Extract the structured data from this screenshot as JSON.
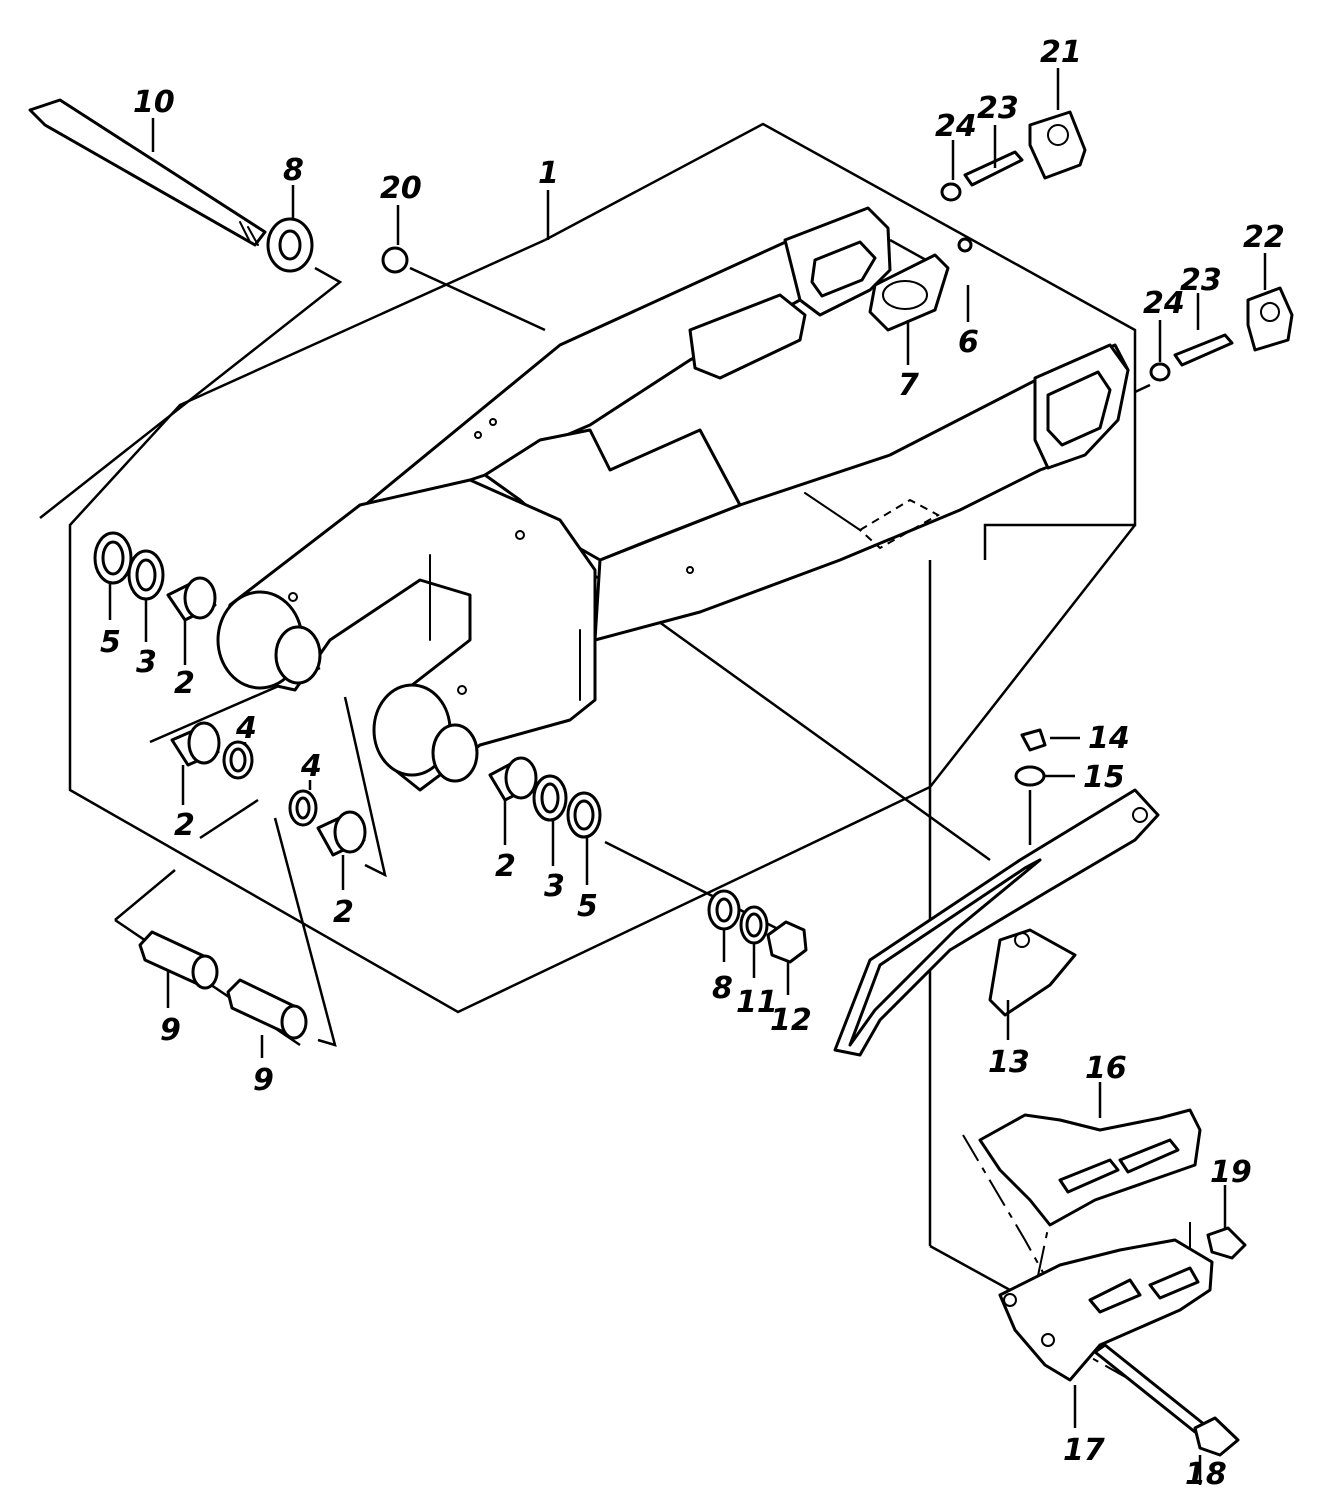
{
  "diagram": {
    "callouts": [
      {
        "id": "c1",
        "label": "1"
      },
      {
        "id": "c2a",
        "label": "2"
      },
      {
        "id": "c2b",
        "label": "2"
      },
      {
        "id": "c2c",
        "label": "2"
      },
      {
        "id": "c2d",
        "label": "2"
      },
      {
        "id": "c3a",
        "label": "3"
      },
      {
        "id": "c3b",
        "label": "3"
      },
      {
        "id": "c4a",
        "label": "4"
      },
      {
        "id": "c4b",
        "label": "4"
      },
      {
        "id": "c5a",
        "label": "5"
      },
      {
        "id": "c5b",
        "label": "5"
      },
      {
        "id": "c6",
        "label": "6"
      },
      {
        "id": "c7",
        "label": "7"
      },
      {
        "id": "c8a",
        "label": "8"
      },
      {
        "id": "c8b",
        "label": "8"
      },
      {
        "id": "c9a",
        "label": "9"
      },
      {
        "id": "c9b",
        "label": "9"
      },
      {
        "id": "c10",
        "label": "10"
      },
      {
        "id": "c11",
        "label": "11"
      },
      {
        "id": "c12",
        "label": "12"
      },
      {
        "id": "c13",
        "label": "13"
      },
      {
        "id": "c14",
        "label": "14"
      },
      {
        "id": "c15",
        "label": "15"
      },
      {
        "id": "c16",
        "label": "16"
      },
      {
        "id": "c17",
        "label": "17"
      },
      {
        "id": "c18",
        "label": "18"
      },
      {
        "id": "c19",
        "label": "19"
      },
      {
        "id": "c20",
        "label": "20"
      },
      {
        "id": "c21",
        "label": "21"
      },
      {
        "id": "c22",
        "label": "22"
      },
      {
        "id": "c23a",
        "label": "23"
      },
      {
        "id": "c23b",
        "label": "23"
      },
      {
        "id": "c24a",
        "label": "24"
      },
      {
        "id": "c24b",
        "label": "24"
      }
    ]
  }
}
